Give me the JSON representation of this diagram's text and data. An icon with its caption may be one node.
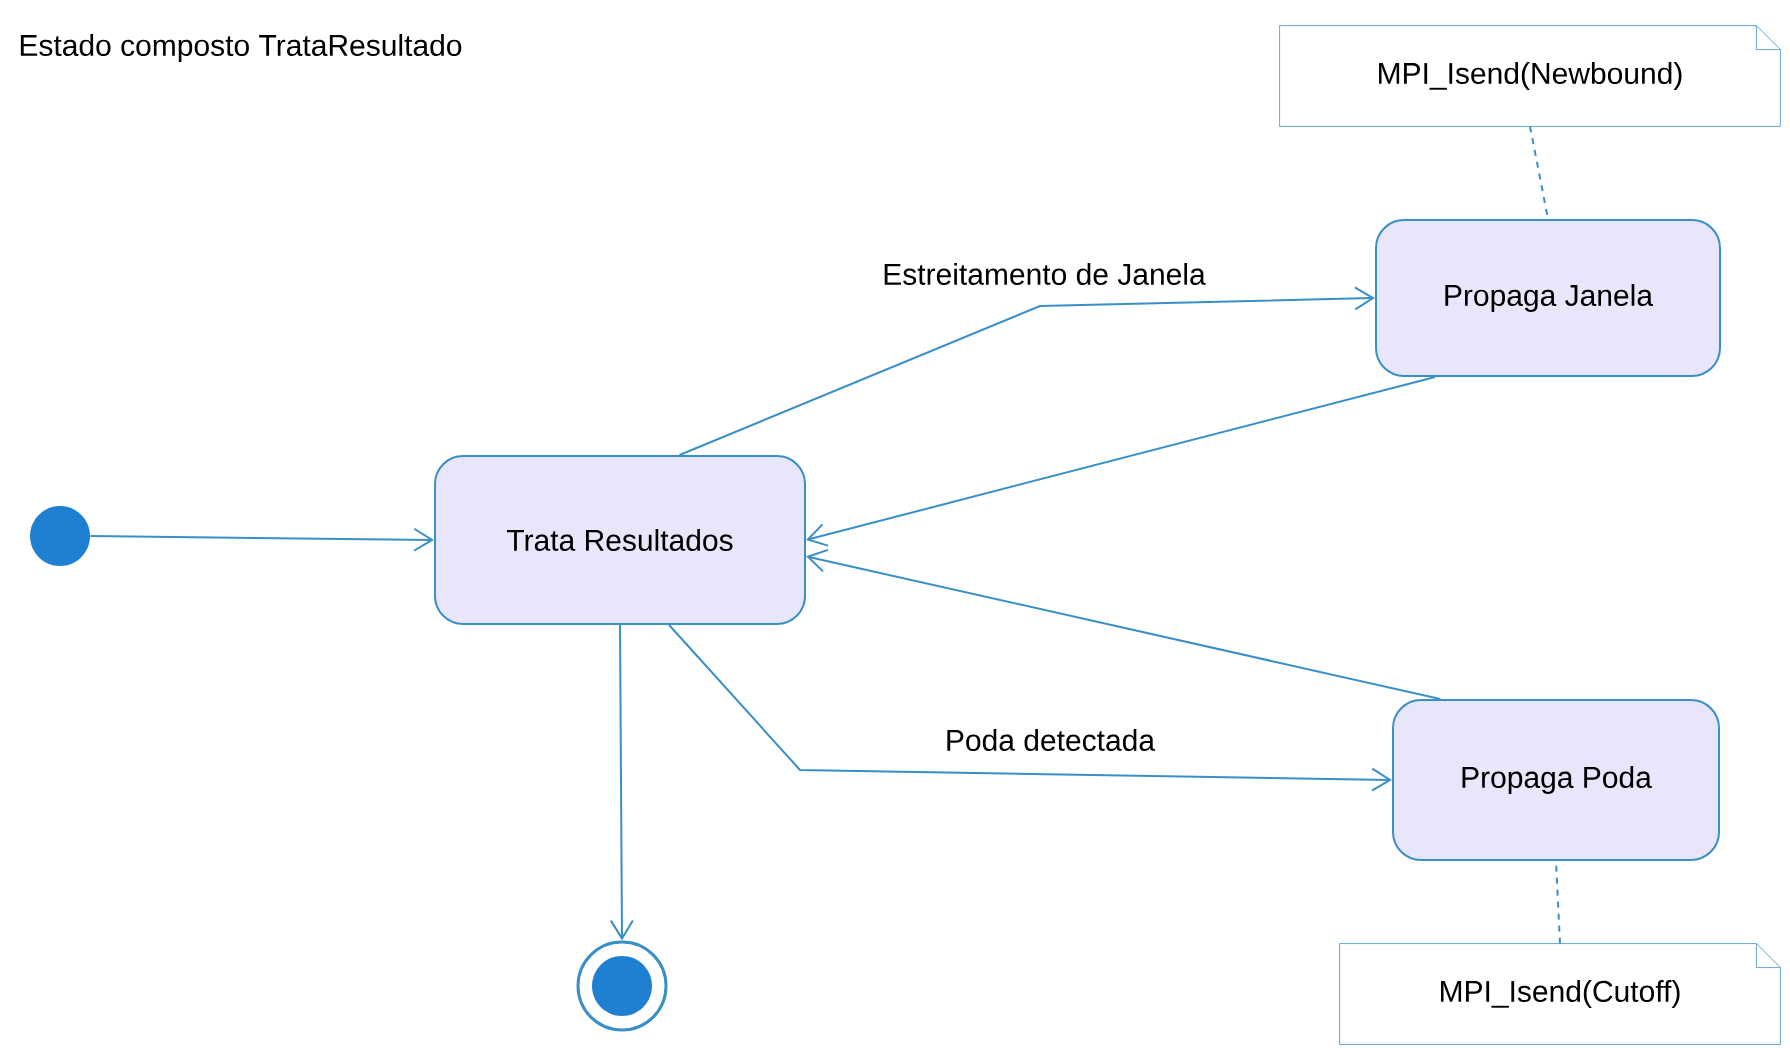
{
  "diagram": {
    "title": "Estado composto TrataResultado",
    "nodes": [
      {
        "text": [],
        "shape": "circle"
      },
      {
        "text": [
          "Trata Resultados"
        ]
      },
      {
        "text": [
          "Propaga Janela"
        ]
      },
      {
        "text": [
          "Propaga Poda"
        ]
      },
      {
        "text": [],
        "shape": "bullseye"
      },
      {
        "text": [
          "MPI_Isend(Newbound)"
        ]
      },
      {
        "text": [
          "MPI_Isend(Cutoff)"
        ]
      }
    ],
    "edges": [
      {
        "from": 0,
        "to": 1,
        "arrow": "to"
      },
      {
        "from": 1,
        "to": 2,
        "arrow": "to",
        "label": "Estreitamento de Janela"
      },
      {
        "from": 2,
        "to": 1,
        "arrow": "to"
      },
      {
        "from": 3,
        "to": 1,
        "arrow": "to"
      },
      {
        "from": 1,
        "to": 3,
        "arrow": "to",
        "label": "Poda detectada"
      },
      {
        "from": 1,
        "to": 4,
        "arrow": "to"
      },
      {
        "from": 5,
        "to": 2,
        "arrow": "none",
        "style": "dashed"
      },
      {
        "from": 6,
        "to": 3,
        "arrow": "none",
        "style": "dashed"
      }
    ]
  }
}
